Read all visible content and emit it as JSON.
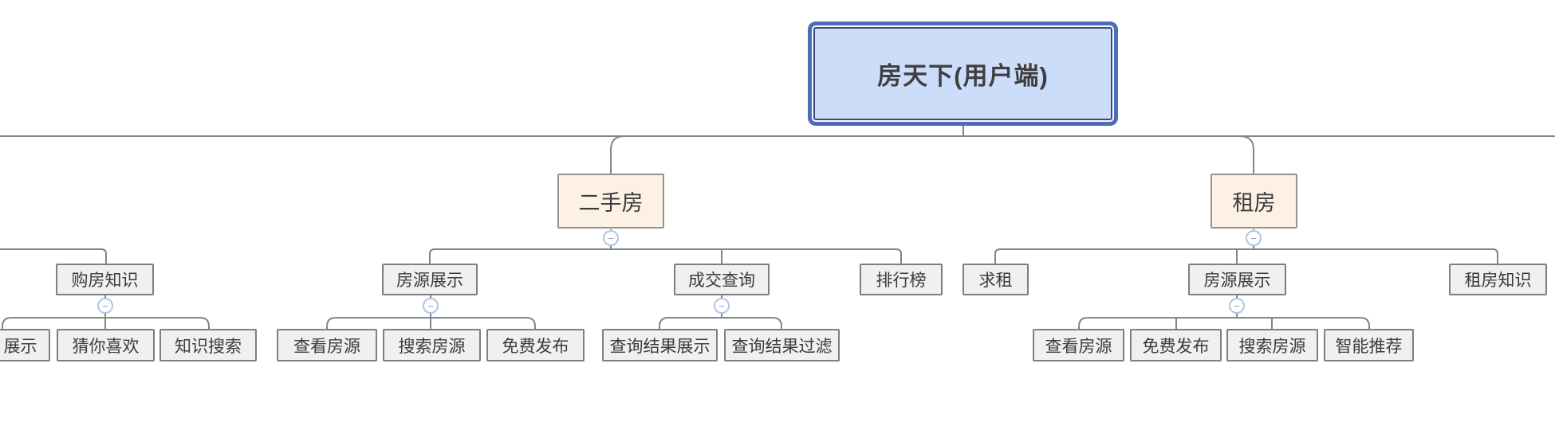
{
  "map": {
    "root_label": "房天下(用户端)",
    "left_branch": {
      "purchase_knowledge": {
        "label": "购房知识",
        "display": "展示",
        "guess_you_like": "猜你喜欢",
        "knowledge_search": "知识搜索"
      }
    },
    "second_hand": {
      "label": "二手房",
      "listing_display": {
        "label": "房源展示",
        "view_listing": "查看房源",
        "search_listing": "搜索房源",
        "free_publish": "免费发布"
      },
      "deal_query": {
        "label": "成交查询",
        "result_display": "查询结果展示",
        "result_filter": "查询结果过滤"
      },
      "ranking": "排行榜"
    },
    "rent": {
      "label": "租房",
      "seek_rent": "求租",
      "listing_display": {
        "label": "房源展示",
        "view_listing": "查看房源",
        "free_publish": "免费发布",
        "search_listing": "搜索房源",
        "smart_recommend": "智能推荐"
      },
      "rent_knowledge": "租房知识"
    }
  },
  "icons": {
    "collapse_glyph": "−"
  },
  "colors": {
    "root_fill": "#ccddfa",
    "root_border": "#4b6fb7",
    "root_inner_border": "#3a4a7d",
    "topic_fill": "#fdf1e6",
    "topic_border": "#9a9289",
    "node_fill": "#f0f0f0",
    "node_border": "#7f7f7f",
    "connector": "#848484",
    "collapse_border": "#abc7ea",
    "collapse_glyph_color": "#8298bb",
    "text": "#3b3b3b"
  }
}
